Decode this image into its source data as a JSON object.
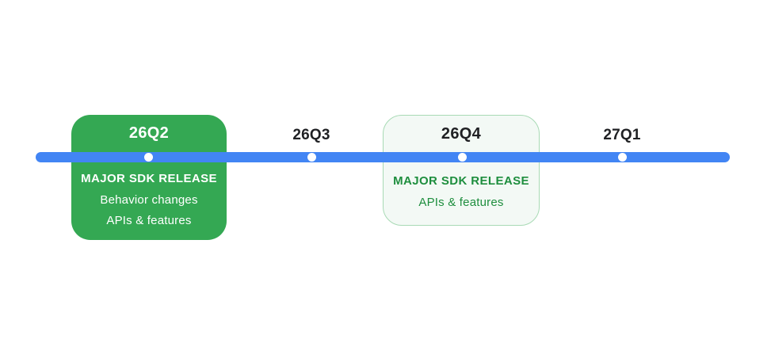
{
  "colors": {
    "line-blue": "#4285F4",
    "card-green": "#34A853",
    "card-light-bg": "#F3F9F5",
    "card-light-border": "#A8DAB5",
    "text-green": "#1E8E3E",
    "text-dark": "#202124"
  },
  "timeline": {
    "milestones": [
      {
        "label": "26Q2",
        "style": "filled-green-card",
        "details": [
          "MAJOR SDK RELEASE",
          "Behavior changes",
          "APIs & features"
        ]
      },
      {
        "label": "26Q3",
        "style": "label-only",
        "details": []
      },
      {
        "label": "26Q4",
        "style": "outlined-light-card",
        "details": [
          "MAJOR SDK RELEASE",
          "APIs & features"
        ]
      },
      {
        "label": "27Q1",
        "style": "label-only",
        "details": []
      }
    ]
  }
}
